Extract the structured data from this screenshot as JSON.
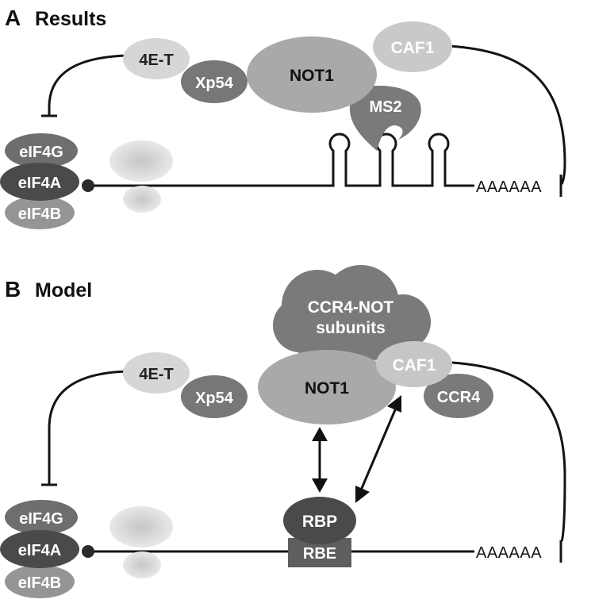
{
  "panelA": {
    "letter": "A",
    "title": "Results",
    "labels": {
      "fourET": "4E-T",
      "xp54": "Xp54",
      "not1": "NOT1",
      "caf1": "CAF1",
      "ms2": "MS2",
      "eif4g": "eIF4G",
      "eif4a": "eIF4A",
      "eif4b": "eIF4B",
      "polyA": "AAAAAA"
    }
  },
  "panelB": {
    "letter": "B",
    "title": "Model",
    "labels": {
      "ccr4not_line1": "CCR4-NOT",
      "ccr4not_line2": "subunits",
      "fourET": "4E-T",
      "xp54": "Xp54",
      "not1": "NOT1",
      "caf1": "CAF1",
      "ccr4": "CCR4",
      "rbp": "RBP",
      "rbe": "RBE",
      "eif4g": "eIF4G",
      "eif4a": "eIF4A",
      "eif4b": "eIF4B",
      "polyA": "AAAAAA"
    }
  },
  "colors": {
    "dark": "#5a5a5a",
    "mid": "#8c8c8c",
    "light": "#c4c4c4",
    "lightest": "#dcdcdc",
    "line": "#141414"
  }
}
